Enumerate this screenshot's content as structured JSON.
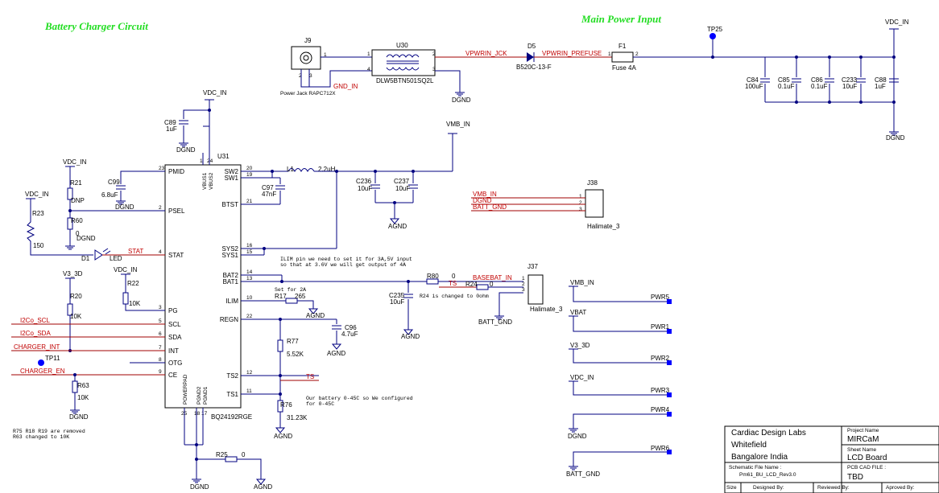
{
  "headings": {
    "battery": "Battery Charger Circuit",
    "main_power": "Main Power Input"
  },
  "nets": {
    "vdc_in": "VDC_IN",
    "gnd_in": "GND_IN",
    "vpwrin_jck": "VPWRIN_JCK",
    "vpwrin_prefuse": "VPWRIN_PREFUSE",
    "vmb_in": "VMB_IN",
    "v3_3d": "V3_3D",
    "dgnd": "DGND",
    "agnd": "AGND",
    "batt_gnd": "BATT_GND",
    "vbat": "VBAT",
    "basebat_in": "BASEBAT_IN",
    "ts": "TS",
    "stat": "STAT",
    "i2c_scl": "I2Co_SCL",
    "i2c_sda": "I2Co_SDA",
    "charger_int": "CHARGER_INT",
    "charger_en": "CHARGER_EN"
  },
  "components": {
    "j9": {
      "ref": "J9",
      "name": "Power Jack RAPC712X",
      "pins": [
        "1",
        "2",
        "3"
      ]
    },
    "u30": {
      "ref": "U30",
      "name": "DLW5BTN501SQ2L",
      "pins": [
        "1",
        "2",
        "3",
        "4"
      ]
    },
    "d5": {
      "ref": "D5",
      "name": "B520C-13-F"
    },
    "f1": {
      "ref": "F1",
      "name": "Fuse 4A",
      "pins": [
        "1",
        "2"
      ]
    },
    "tp25": {
      "ref": "TP25"
    },
    "c84": {
      "ref": "C84",
      "value": "100uF"
    },
    "c85": {
      "ref": "C85",
      "value": "0.1uF"
    },
    "c86": {
      "ref": "C86",
      "value": "0.1uF"
    },
    "c233": {
      "ref": "C233",
      "value": "10uF"
    },
    "c88": {
      "ref": "C88",
      "value": "1uF"
    },
    "c89": {
      "ref": "C89",
      "value": "1uF"
    },
    "c99": {
      "ref": "C99",
      "value": "6.8uF"
    },
    "c97": {
      "ref": "C97",
      "value": "47nF"
    },
    "c236": {
      "ref": "C236",
      "value": "10uF"
    },
    "c237": {
      "ref": "C237",
      "value": "10uF"
    },
    "c235": {
      "ref": "C235",
      "value": "10uF"
    },
    "c96": {
      "ref": "C96",
      "value": "4.7uF"
    },
    "l1": {
      "ref": "L1",
      "value": "2.2uH"
    },
    "u31": {
      "ref": "U31",
      "name": "BQ24192RGE"
    },
    "r21": {
      "ref": "R21",
      "value": "DNP"
    },
    "r60": {
      "ref": "R60",
      "value": "0"
    },
    "r23": {
      "ref": "R23",
      "value": "150"
    },
    "d1": {
      "ref": "D1",
      "value": "LED"
    },
    "r22": {
      "ref": "R22",
      "value": "10K"
    },
    "r20": {
      "ref": "R20",
      "value": "10K"
    },
    "r63": {
      "ref": "R63",
      "value": "10K"
    },
    "tp11": {
      "ref": "TP11"
    },
    "r17": {
      "ref": "R17",
      "value": "265"
    },
    "r77": {
      "ref": "R77",
      "value": "5.52K"
    },
    "r76": {
      "ref": "R76",
      "value": "31.23K"
    },
    "r25": {
      "ref": "R25",
      "value": "0"
    },
    "r80": {
      "ref": "R80",
      "value": "0"
    },
    "r24": {
      "ref": "R24",
      "value": "0"
    },
    "j38": {
      "ref": "J38",
      "name": "Halimate_3",
      "pins": [
        "1",
        "2",
        "3"
      ]
    },
    "j37": {
      "ref": "J37",
      "name": "Halimate_3",
      "pins": [
        "1",
        "2",
        "3"
      ]
    }
  },
  "u31_left_pins": [
    {
      "num": "23",
      "name": "PMID"
    },
    {
      "num": "2",
      "name": "PSEL"
    },
    {
      "num": "4",
      "name": "STAT"
    },
    {
      "num": "3",
      "name": "PG"
    },
    {
      "num": "5",
      "name": "SCL"
    },
    {
      "num": "6",
      "name": "SDA"
    },
    {
      "num": "7",
      "name": "INT"
    },
    {
      "num": "8",
      "name": "OTG"
    },
    {
      "num": "9",
      "name": "CE"
    }
  ],
  "u31_right_pins": [
    {
      "num": "20",
      "name": "SW2"
    },
    {
      "num": "19",
      "name": "SW1"
    },
    {
      "num": "21",
      "name": "BTST"
    },
    {
      "num": "16",
      "name": "SYS2"
    },
    {
      "num": "15",
      "name": "SYS1"
    },
    {
      "num": "14",
      "name": "BAT2"
    },
    {
      "num": "13",
      "name": "BAT1"
    },
    {
      "num": "10",
      "name": "ILIM"
    },
    {
      "num": "22",
      "name": "REGN"
    },
    {
      "num": "12",
      "name": "TS2"
    },
    {
      "num": "11",
      "name": "TS1"
    }
  ],
  "u31_top_pins": [
    {
      "num": "1",
      "name": "VBUS1"
    },
    {
      "num": "24",
      "name": "VBUS2"
    }
  ],
  "u31_bottom_pins": [
    {
      "num": "25",
      "name": "POWERPAD"
    },
    {
      "num": "18",
      "name": "PGND2"
    },
    {
      "num": "17",
      "name": "PGND1"
    }
  ],
  "notes": {
    "ilim": [
      "ILIM pin we need to set it for 3A,5V input",
      "so that at 3.6V we will get output of 4A"
    ],
    "set2a": "Set for 2A",
    "r24": "R24 is changed to 0ohm",
    "battery": [
      "Our battery 0-45C so We configured",
      "for 0-45C"
    ],
    "removed": [
      "R75 R18 R19 are removed",
      "R63 changed to 10K"
    ]
  },
  "pwr_flags": [
    {
      "ref": "PWR5",
      "net": "VMB_IN"
    },
    {
      "ref": "PWR1",
      "net": "VBAT"
    },
    {
      "ref": "PWR2",
      "net": "V3_3D"
    },
    {
      "ref": "PWR3",
      "net": "VDC_IN"
    },
    {
      "ref": "PWR4",
      "net": "DGND"
    },
    {
      "ref": "PWR6",
      "net": "BATT_GND"
    }
  ],
  "title_block": {
    "company": "Cardiac Design Labs",
    "location": "Whitefield",
    "city": "Bangalore India",
    "project_label": "Project Name",
    "project": "MIRCaM",
    "sheet_label": "Sheet Name",
    "sheet": "LCD Board",
    "file_label": "Schematic File Name :",
    "file": "Pm61_BU_LCD_Rev3.0",
    "pcb_label": "PCB CAD FILE :",
    "pcb": "TBD",
    "size_label": "Size",
    "designed_label": "Designed By:",
    "reviewed_label": "Reviewed By:",
    "approved_label": "Aproved By:"
  }
}
